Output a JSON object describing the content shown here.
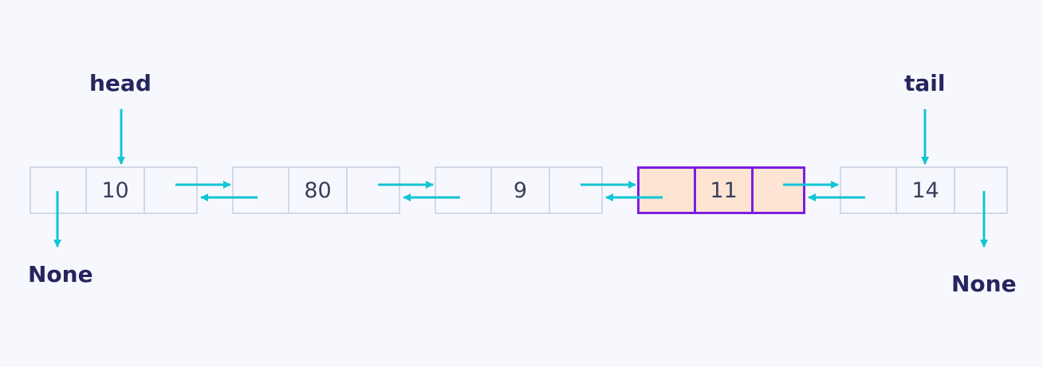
{
  "diagram": {
    "labels": {
      "head": "head",
      "tail": "tail",
      "none_left": "None",
      "none_right": "None"
    },
    "nodes": [
      {
        "value": "10",
        "highlighted": false
      },
      {
        "value": "80",
        "highlighted": false
      },
      {
        "value": "9",
        "highlighted": false
      },
      {
        "value": "11",
        "highlighted": true
      },
      {
        "value": "14",
        "highlighted": false
      }
    ],
    "colors": {
      "arrow": "#12c5d4",
      "node_border": "#d3d8e6",
      "highlight_border": "#7c1fe0",
      "highlight_fill": "#fde4d3",
      "text": "#25265e",
      "background": "#f7f8fe"
    }
  }
}
